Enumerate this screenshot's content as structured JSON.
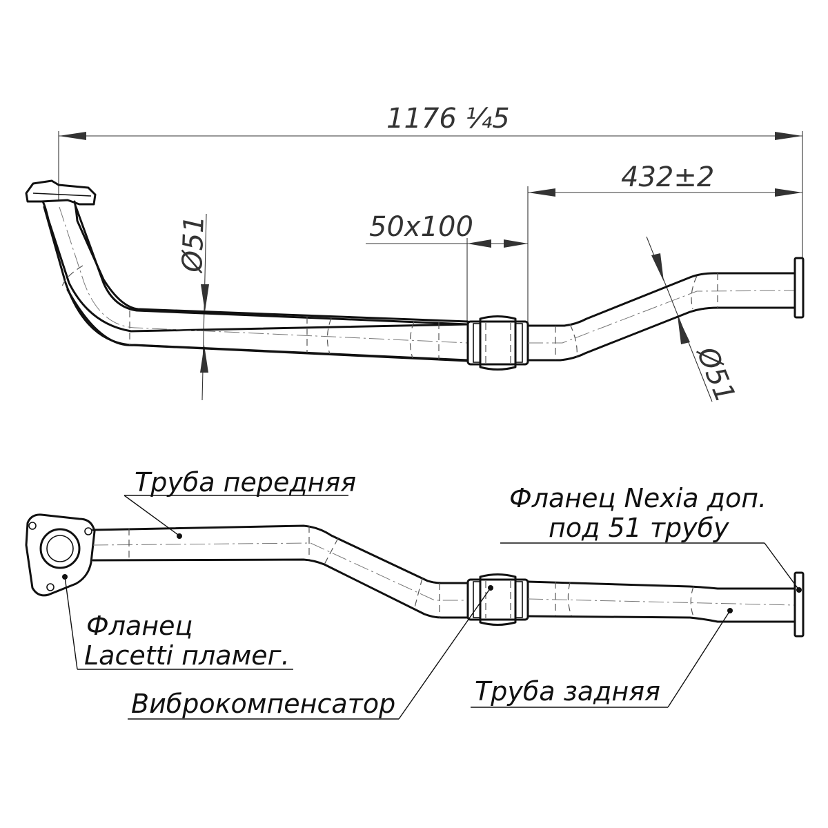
{
  "dimensions": {
    "overall_length": "1176 ¼5",
    "rear_length": "432±2",
    "flex_size": "50x100",
    "diameter_front": "Ø51",
    "diameter_rear": "Ø51"
  },
  "labels": {
    "front_pipe": "Труба передняя",
    "nexia_flange_line1": "Фланец Nexia доп.",
    "nexia_flange_line2": "под 51 трубу",
    "lacetti_flange_line1": "Фланец",
    "lacetti_flange_line2": "Lacetti пламег.",
    "flex_joint": "Виброкомпенсатор",
    "rear_pipe": "Труба задняя"
  }
}
